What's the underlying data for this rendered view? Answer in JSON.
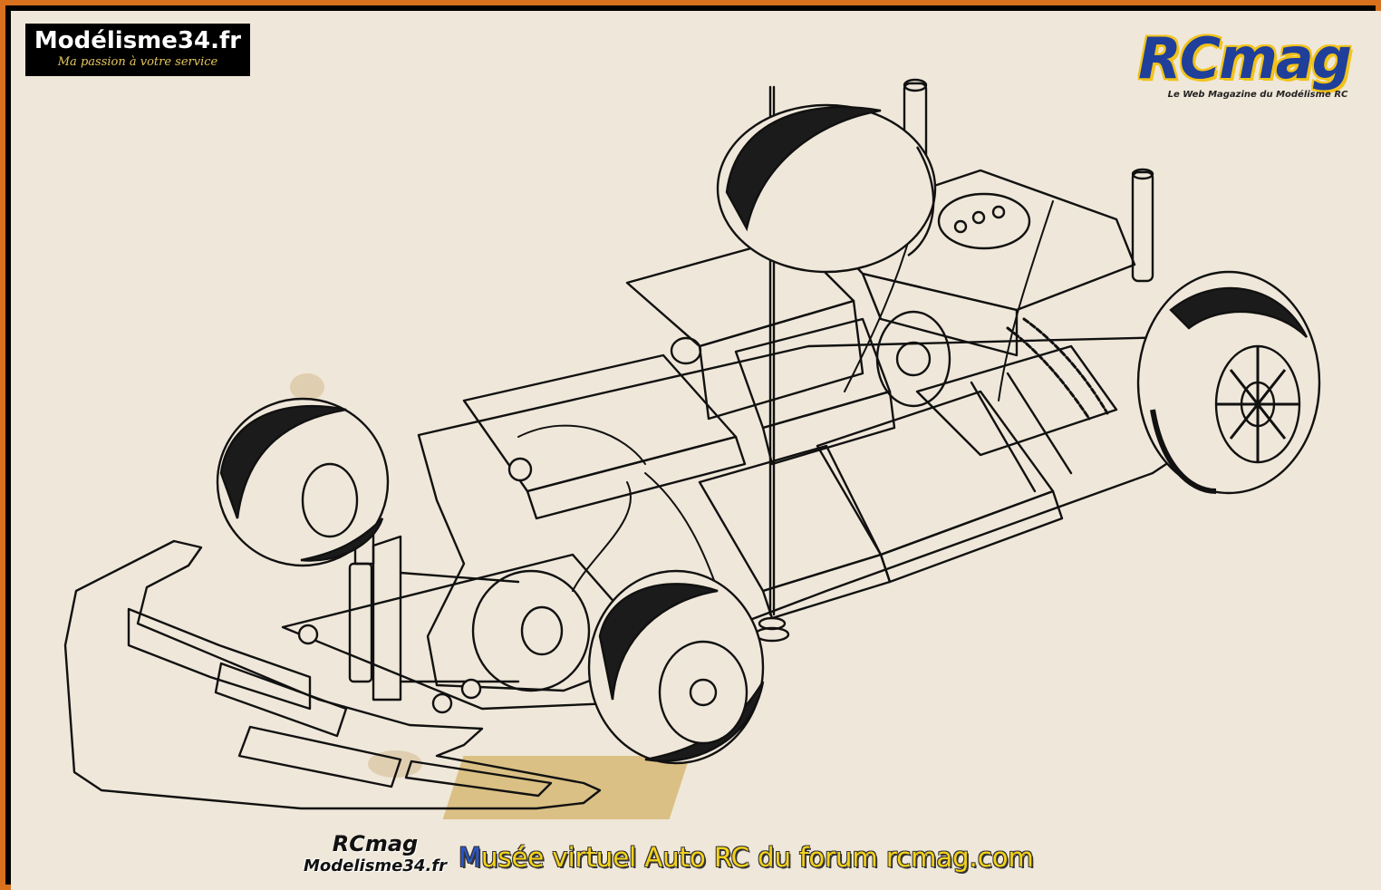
{
  "logos": {
    "top_left": {
      "title": "Modélisme34.fr",
      "tagline": "Ma passion à votre service"
    },
    "top_right": {
      "wordmark": "RCmag",
      "tagline": "Le Web Magazine du Modélisme RC"
    },
    "footer": {
      "wordmark": "RCmag",
      "site": "Modelisme34.fr"
    }
  },
  "caption": {
    "first_letter": "M",
    "rest": "usée virtuel Auto RC du forum rcmag.com"
  },
  "colors": {
    "frame": "#d8711e",
    "paper": "#efe7d9",
    "ink": "#111111",
    "caption_yellow": "#f4d21a",
    "caption_blue": "#2b55c9",
    "rcmag_blue": "#1f3f9a",
    "rcmag_yellow": "#f2c319"
  }
}
